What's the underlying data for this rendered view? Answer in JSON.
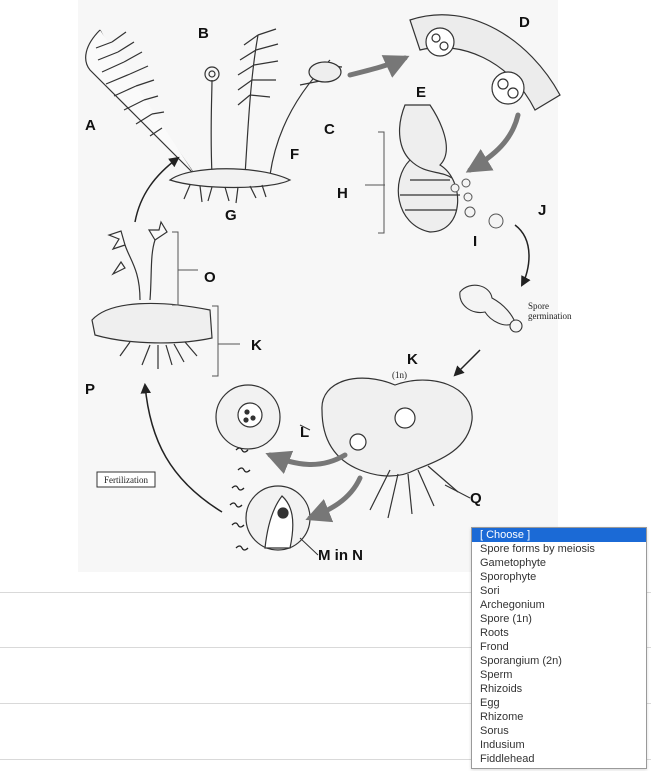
{
  "diagram": {
    "labels": {
      "A": "A",
      "B": "B",
      "C": "C",
      "D": "D",
      "E": "E",
      "F": "F",
      "G": "G",
      "H": "H",
      "I": "I",
      "J": "J",
      "K1": "K",
      "K2": "K",
      "L": "L",
      "MN": "M in N",
      "O": "O",
      "P": "P",
      "Q": "Q"
    },
    "spore_germination_line1": "Spore",
    "spore_germination_line2": "germination",
    "ploidy_1n": "(1n)",
    "fertilization_box": "Fertilization"
  },
  "dropdown": {
    "options": [
      "[ Choose ]",
      "Spore forms by meiosis",
      "Gametophyte",
      "Sporophyte",
      "Sori",
      "Archegonium",
      "Spore (1n)",
      "Roots",
      "Frond",
      "Sporangium (2n)",
      "Sperm",
      "Rhizoids",
      "Egg",
      "Rhizome",
      "Sorus",
      "Indusium",
      "Fiddlehead"
    ],
    "selected_index": 0
  }
}
